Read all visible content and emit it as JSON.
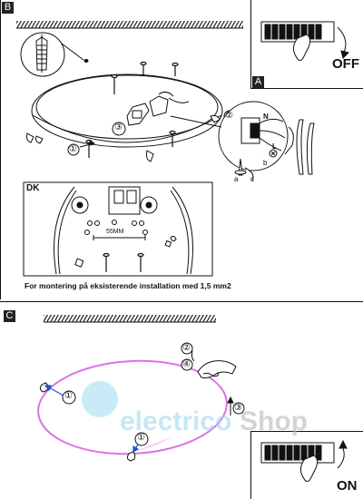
{
  "sections": {
    "b": "B",
    "a": "A",
    "c": "C"
  },
  "switch_off_label": "OFF",
  "switch_on_label": "ON",
  "dk_panel": {
    "tag": "DK",
    "dimension": "55MM"
  },
  "caption": "For montering på  eksisterende installation med 1,5 mm2",
  "step_numbers": [
    "①",
    "②",
    "③",
    "④"
  ],
  "wire_labels": {
    "n": "N",
    "l": "L",
    "a": "a",
    "b": "b",
    "c": "c"
  },
  "watermark": {
    "part1": "electrico",
    "part2": "Shop"
  },
  "colors": {
    "ring": "#e070e8",
    "watermark": "#9fd8f0"
  }
}
